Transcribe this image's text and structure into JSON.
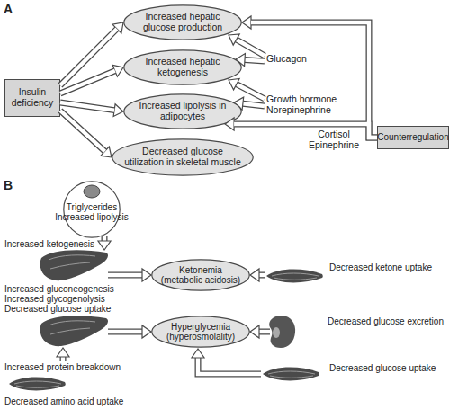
{
  "diagram": {
    "nodes": [
      {
        "text": [
          "Insulin deficiency"
        ]
      },
      {
        "text": [
          "Increased hepatic glucose production"
        ]
      },
      {
        "text": [
          "Increased hepatic ketogenesis"
        ]
      },
      {
        "text": [
          "Increased lipolysis in adipocytes"
        ]
      },
      {
        "text": [
          "Decreased glucose utilization in skeletal muscle"
        ]
      },
      {
        "text": [
          "Counterregulation"
        ]
      },
      {
        "text": [
          "Triglycerides",
          "Increased lipolysis"
        ]
      },
      {
        "text": [
          "Ketonemia",
          "(metabolic acidosis)"
        ]
      },
      {
        "text": [
          "Hyperglycemia",
          "(hyperosmolality)"
        ]
      }
    ],
    "edges": [
      {
        "from": 0,
        "to": 1,
        "arrow": "to"
      },
      {
        "from": 0,
        "to": 2,
        "arrow": "to"
      },
      {
        "from": 0,
        "to": 3,
        "arrow": "to"
      },
      {
        "from": 0,
        "to": 4,
        "arrow": "to"
      },
      {
        "from": 5,
        "to": 1,
        "arrow": "to"
      },
      {
        "from": 5,
        "to": 3,
        "arrow": "to"
      }
    ],
    "labels": [
      "A",
      "Glucagon",
      "Growth hormone Norepinephrine",
      "Cortisol Epinephrine",
      "B",
      "Increased ketogenesis",
      "Increased gluconeogenesis",
      "Increased glycogenolysis",
      "Decreased glucose uptake",
      "Increased protein breakdown",
      "Decreased amino acid uptake",
      "Decreased ketone uptake",
      "Decreased glucose excretion",
      "Decreased glucose uptake"
    ]
  }
}
